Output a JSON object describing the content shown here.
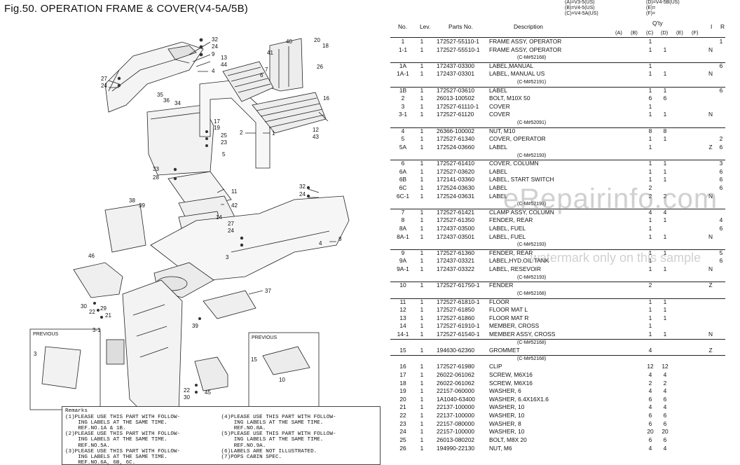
{
  "title": "Fig.50.  OPERATION FRAME & COVER(V4-5A/5B)",
  "models": {
    "left": [
      "(A)=V3-5(US)",
      "(B)=V4-5(US)",
      "(C)=V4-5A(US)"
    ],
    "right": [
      "(D)=V4-5B(US)",
      "(E)=",
      "(F)="
    ]
  },
  "table": {
    "headers": {
      "no": "No.",
      "lev": "Lev.",
      "parts": "Parts No.",
      "desc": "Description",
      "qty": "Q'ty",
      "i": "I",
      "r": "R"
    },
    "qty_cols": [
      "(A)",
      "(B)",
      "(C)",
      "(D)",
      "(E)",
      "(F)"
    ],
    "rows": [
      {
        "no": "1",
        "lev": "1",
        "part": "172527-55110-1",
        "desc": "FRAME ASSY, OPERATOR",
        "c": "1",
        "d": "",
        "i": "",
        "r": "1"
      },
      {
        "no": "1-1",
        "lev": "1",
        "part": "172527-55510-1",
        "desc": "FRAME ASSY, OPERATOR",
        "c": "1",
        "d": "1",
        "i": "N",
        "r": ""
      },
      {
        "note": "(C-M#52168)"
      },
      {
        "no": "1A",
        "lev": "1",
        "part": "172437-03300",
        "desc": "LABEL,MANUAL",
        "c": "1",
        "d": "",
        "i": "",
        "r": "6"
      },
      {
        "no": "1A-1",
        "lev": "1",
        "part": "172437-03301",
        "desc": "LABEL, MANUAL US",
        "c": "1",
        "d": "1",
        "i": "N",
        "r": ""
      },
      {
        "note": "(C-M#52191)"
      },
      {
        "no": "1B",
        "lev": "1",
        "part": "172527-03610",
        "desc": "LABEL",
        "c": "1",
        "d": "1",
        "i": "",
        "r": "6"
      },
      {
        "no": "2",
        "lev": "1",
        "part": "26013-100502",
        "desc": "BOLT, M10X 50",
        "c": "6",
        "d": "6",
        "i": "",
        "r": ""
      },
      {
        "no": "3",
        "lev": "1",
        "part": "172527-61110-1",
        "desc": "COVER",
        "c": "1",
        "d": "",
        "i": "",
        "r": ""
      },
      {
        "no": "3-1",
        "lev": "1",
        "part": "172527-61120",
        "desc": "COVER",
        "c": "1",
        "d": "1",
        "i": "N",
        "r": ""
      },
      {
        "note": "(C-M#52091)"
      },
      {
        "no": "4",
        "lev": "1",
        "part": "26366-100002",
        "desc": "NUT, M10",
        "c": "8",
        "d": "8",
        "i": "",
        "r": ""
      },
      {
        "no": "5",
        "lev": "1",
        "part": "172527-61340",
        "desc": "COVER, OPERATOR",
        "c": "1",
        "d": "1",
        "i": "",
        "r": "2"
      },
      {
        "no": "5A",
        "lev": "1",
        "part": "172524-03660",
        "desc": "LABEL",
        "c": "1",
        "d": "",
        "i": "Z",
        "r": "6"
      },
      {
        "note": "(C-M#52193)"
      },
      {
        "no": "6",
        "lev": "1",
        "part": "172527-61410",
        "desc": "COVER, COLUMN",
        "c": "1",
        "d": "1",
        "i": "",
        "r": "3"
      },
      {
        "no": "6A",
        "lev": "1",
        "part": "172527-03620",
        "desc": "LABEL",
        "c": "1",
        "d": "1",
        "i": "",
        "r": "6"
      },
      {
        "no": "6B",
        "lev": "1",
        "part": "172141-03360",
        "desc": "LABEL, START SWITCH",
        "c": "1",
        "d": "1",
        "i": "",
        "r": "6"
      },
      {
        "no": "6C",
        "lev": "1",
        "part": "172524-03630",
        "desc": "LABEL",
        "c": "2",
        "d": "",
        "i": "",
        "r": "6"
      },
      {
        "no": "6C-1",
        "lev": "1",
        "part": "172524-03631",
        "desc": "LABEL",
        "c": "2",
        "d": "2",
        "i": "N",
        "r": ""
      },
      {
        "note": "(C-M#52193)"
      },
      {
        "no": "7",
        "lev": "1",
        "part": "172527-61421",
        "desc": "CLAMP ASSY, COLUMN",
        "c": "4",
        "d": "4",
        "i": "",
        "r": ""
      },
      {
        "no": "8",
        "lev": "1",
        "part": "172527-61350",
        "desc": "FENDER, REAR",
        "c": "1",
        "d": "1",
        "i": "",
        "r": "4"
      },
      {
        "no": "8A",
        "lev": "1",
        "part": "172437-03500",
        "desc": "LABEL, FUEL",
        "c": "1",
        "d": "",
        "i": "",
        "r": "6"
      },
      {
        "no": "8A-1",
        "lev": "1",
        "part": "172437-03501",
        "desc": "LABEL, FUEL",
        "c": "1",
        "d": "1",
        "i": "N",
        "r": ""
      },
      {
        "note": "(C-M#52193)"
      },
      {
        "no": "9",
        "lev": "1",
        "part": "172527-61360",
        "desc": "FENDER, REAR",
        "c": "1",
        "d": "1",
        "i": "",
        "r": "5"
      },
      {
        "no": "9A",
        "lev": "1",
        "part": "172437-03321",
        "desc": "LABEL,HYD.OIL TANK",
        "c": "1",
        "d": "",
        "i": "",
        "r": "6"
      },
      {
        "no": "9A-1",
        "lev": "1",
        "part": "172437-03322",
        "desc": "LABEL, RESEVOIR",
        "c": "1",
        "d": "1",
        "i": "N",
        "r": ""
      },
      {
        "note": "(C-M#52193)"
      },
      {
        "no": "10",
        "lev": "1",
        "part": "172527-61750-1",
        "desc": "FENDER",
        "c": "2",
        "d": "",
        "i": "Z",
        "r": ""
      },
      {
        "note": "(C-M#52168)"
      },
      {
        "no": "11",
        "lev": "1",
        "part": "172527-61810-1",
        "desc": "FLOOR",
        "c": "1",
        "d": "1",
        "i": "",
        "r": ""
      },
      {
        "no": "12",
        "lev": "1",
        "part": "172527-61850",
        "desc": "FLOOR MAT L",
        "c": "1",
        "d": "1",
        "i": "",
        "r": ""
      },
      {
        "no": "13",
        "lev": "1",
        "part": "172527-61860",
        "desc": "FLOOR MAT R",
        "c": "1",
        "d": "1",
        "i": "",
        "r": ""
      },
      {
        "no": "14",
        "lev": "1",
        "part": "172527-61910-1",
        "desc": "MEMBER, CROSS",
        "c": "1",
        "d": "",
        "i": "",
        "r": ""
      },
      {
        "no": "14-1",
        "lev": "1",
        "part": "172527-61540-1",
        "desc": "MEMBER ASSY, CROSS",
        "c": "1",
        "d": "1",
        "i": "N",
        "r": ""
      },
      {
        "note": "(C-M#52168)"
      },
      {
        "no": "15",
        "lev": "1",
        "part": "194630-62360",
        "desc": "GROMMET",
        "c": "4",
        "d": "",
        "i": "Z",
        "r": ""
      },
      {
        "note": "(C-M#52168)"
      },
      {
        "no": "16",
        "lev": "1",
        "part": "172527-61980",
        "desc": "CLIP",
        "c": "12",
        "d": "12",
        "i": "",
        "r": ""
      },
      {
        "no": "17",
        "lev": "1",
        "part": "26022-061062",
        "desc": "SCREW, M6X16",
        "c": "4",
        "d": "4",
        "i": "",
        "r": ""
      },
      {
        "no": "18",
        "lev": "1",
        "part": "26022-061062",
        "desc": "SCREW, M6X16",
        "c": "2",
        "d": "2",
        "i": "",
        "r": ""
      },
      {
        "no": "19",
        "lev": "1",
        "part": "22157-060000",
        "desc": "WASHER, 6",
        "c": "4",
        "d": "4",
        "i": "",
        "r": ""
      },
      {
        "no": "20",
        "lev": "1",
        "part": "1A1040-63400",
        "desc": "WASHER, 6.4X16X1.6",
        "c": "6",
        "d": "6",
        "i": "",
        "r": ""
      },
      {
        "no": "21",
        "lev": "1",
        "part": "22137-100000",
        "desc": "WASHER, 10",
        "c": "4",
        "d": "4",
        "i": "",
        "r": ""
      },
      {
        "no": "22",
        "lev": "1",
        "part": "22137-100000",
        "desc": "WASHER, 10",
        "c": "6",
        "d": "6",
        "i": "",
        "r": ""
      },
      {
        "no": "23",
        "lev": "1",
        "part": "22157-080000",
        "desc": "WASHER, 8",
        "c": "6",
        "d": "6",
        "i": "",
        "r": ""
      },
      {
        "no": "24",
        "lev": "1",
        "part": "22157-100000",
        "desc": "WASHER, 10",
        "c": "20",
        "d": "20",
        "i": "",
        "r": ""
      },
      {
        "no": "25",
        "lev": "1",
        "part": "26013-080202",
        "desc": "BOLT, M8X 20",
        "c": "6",
        "d": "6",
        "i": "",
        "r": ""
      },
      {
        "no": "26",
        "lev": "1",
        "part": "194990-22130",
        "desc": "NUT, M6",
        "c": "4",
        "d": "4",
        "i": "",
        "r": ""
      }
    ]
  },
  "remarks": {
    "heading": "Remarks",
    "left": [
      "(1)PLEASE USE THIS PART WITH FOLLOW-",
      "    ING LABELS AT THE SAME TIME.",
      "    REF.NO.1A & 1B.",
      "(2)PLEASE USE THIS PART WITH FOLLOW-",
      "    ING LABELS AT THE SAME TIME.",
      "    REF.NO.5A.",
      "(3)PLEASE USE THIS PART WITH FOLLOW-",
      "    ING LABELS AT THE SAME TIME.",
      "    REF.NO.6A, 6B, 6C."
    ],
    "right": [
      "(4)PLEASE USE THIS PART WITH FOLLOW-",
      "    ING LABELS AT THE SAME TIME.",
      "    REF.NO.8A.",
      "(5)PLEASE USE THIS PART WITH FOLLOW-",
      "    ING LABELS AT THE SAME TIME.",
      "    REF.NO.9A.",
      "(6)LABELS ARE NOT ILLUSTRATED.",
      "(7)POPS CABIN SPEC."
    ]
  },
  "diagram": {
    "previous_label": "PREVIOUS",
    "callouts": [
      "32",
      "24",
      "9",
      "4",
      "27",
      "24",
      "35",
      "34",
      "36",
      "40",
      "20",
      "18",
      "41",
      "26",
      "7",
      "6",
      "13",
      "44",
      "16",
      "17",
      "19",
      "25",
      "23",
      "5",
      "2",
      "1",
      "12",
      "43",
      "33",
      "28",
      "11",
      "42",
      "32",
      "24",
      "8",
      "14",
      "38",
      "39",
      "27",
      "24",
      "4",
      "46",
      "3",
      "37",
      "30",
      "22",
      "29",
      "21",
      "39",
      "3-1",
      "3",
      "15",
      "10",
      "22",
      "30",
      "45"
    ]
  },
  "watermark": {
    "main": "eRepairinfo.com",
    "sub": "watermark only on this sample"
  },
  "colors": {
    "ink": "#111111",
    "line": "#222222",
    "watermark": "#999999"
  }
}
